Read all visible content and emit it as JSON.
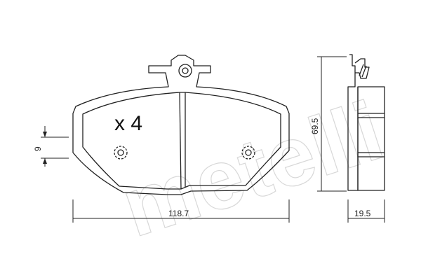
{
  "drawing": {
    "quantity_label": "x 4",
    "watermark": "metelli",
    "colors": {
      "line": "#222222",
      "watermark": "#d8d8d8",
      "background": "#ffffff"
    },
    "dimensions": {
      "width": "118.7",
      "height": "69.5",
      "thickness": "19.5",
      "hole_spacing": "9"
    }
  }
}
